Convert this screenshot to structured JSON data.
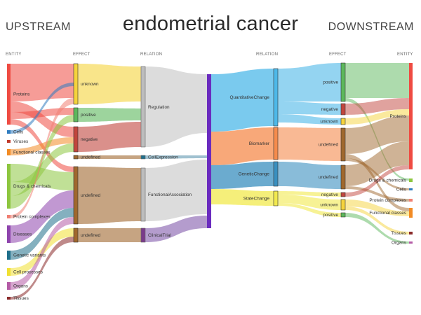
{
  "title": "endometrial cancer",
  "upstream_label": "UPSTREAM",
  "downstream_label": "DOWNSTREAM",
  "column_headers": [
    "ENTITY",
    "EFFECT",
    "RELATION",
    "RELATION",
    "EFFECT",
    "ENTITY"
  ],
  "colors": {
    "Proteins": "#ef4b42",
    "Cells": "#2f7cc0",
    "Viruses": "#c03a2b",
    "Functional classes": "#f28b24",
    "Drugs & chemicals": "#8dc63f",
    "Protein complexes": "#f07f73",
    "Diseases": "#8e44ad",
    "Genetic variants": "#1f6f8b",
    "Cell processes": "#f0e032",
    "Organs": "#b45ba6",
    "Tissues": "#8a2a2a",
    "unknown": "#f5d33c",
    "positive": "#5cb85c",
    "negative": "#c1463d",
    "undefined": "#a0682e",
    "Regulation": "#bdbdbd",
    "CellExpression": "#1f6f8b",
    "FunctionalAssociation": "#bdbdbd",
    "ClinicalTrial": "#7a3b8a",
    "center": "#6a2bbf",
    "QuantitativeChange": "#4db8e8",
    "Biomarker": "#f58b4c",
    "GeneticChange": "#3a8fbf",
    "StateChange": "#f2e94e"
  },
  "left_entities": [
    "Proteins",
    "Cells",
    "Viruses",
    "Functional classes",
    "Drugs & chemicals",
    "Protein complexes",
    "Diseases",
    "Genetic variants",
    "Cell processes",
    "Organs",
    "Tissues"
  ],
  "left_effects": [
    "unknown",
    "positive",
    "negative",
    "undefined",
    "undefined",
    "undefined"
  ],
  "left_relations": [
    "Regulation",
    "CellExpression",
    "FunctionalAssociation",
    "ClinicalTrial"
  ],
  "right_relations": [
    "QuantitativeChange",
    "Biomarker",
    "GeneticChange",
    "StateChange"
  ],
  "right_effects": [
    "positive",
    "negative",
    "unknown",
    "undefined",
    "undefined",
    "negative",
    "unknown",
    "positive"
  ],
  "right_entities": [
    "Proteins",
    "Drugs & chemicals",
    "Cells",
    "Protein complexes",
    "Functional classes",
    "Tissues",
    "Organs"
  ]
}
